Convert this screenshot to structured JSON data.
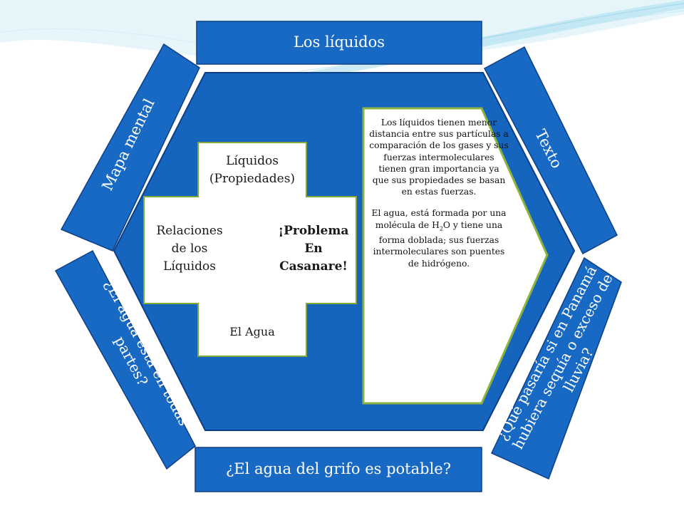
{
  "segments": {
    "top": "Los líquidos",
    "bottom": "¿El agua del grifo es potable?",
    "upper_left": "Mapa mental",
    "upper_right": "Texto",
    "lower_left_line1": "¿El agua está en todas",
    "lower_left_line2": "partes?",
    "lower_right_line1": "¿Qué pasaría si en Panamá",
    "lower_right_line2": "hubiera sequía o exceso de",
    "lower_right_line3": "lluvia?"
  },
  "cross": {
    "top_line1": "Líquidos",
    "top_line2": "(Propiedades)",
    "left_line1": "Relaciones",
    "left_line2": "de los",
    "left_line3": "Líquidos",
    "right_line1": "¡Problema",
    "right_line2": "En",
    "right_line3": "Casanare!",
    "bottom": "El Agua"
  },
  "arrow_text": {
    "paragraph1": "Los líquidos tienen menor distancia entre sus partículas a comparación de los gases y sus fuerzas intermoleculares tienen gran importancia ya que sus propiedades se basan en estas fuerzas.",
    "paragraph2_before": "El agua, está formada por una molécula de H",
    "sub_2": "2",
    "paragraph2_o": "O y tiene una forma doblada; sus fuerzas intermoleculares son puentes de hidrógeno."
  },
  "colors": {
    "blue": "#1869C4",
    "hex_blue": "#1565BF",
    "border_blue": "#0E3F86",
    "green_border": "#8DB33F",
    "cross_border": "#7FA83A"
  }
}
